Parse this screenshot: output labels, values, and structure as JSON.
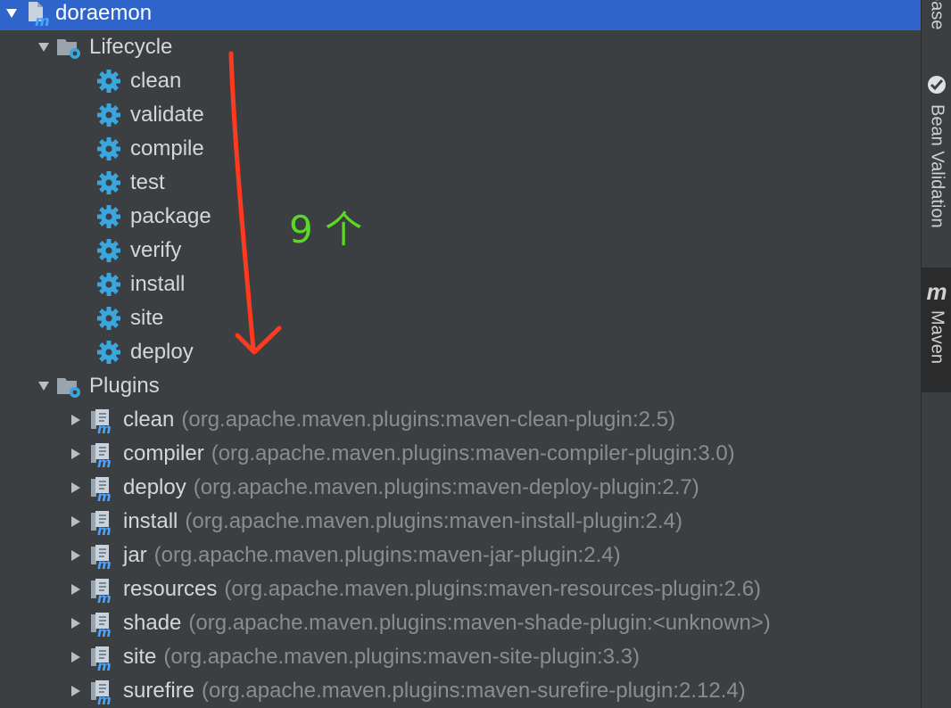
{
  "project": {
    "name": "doraemon"
  },
  "lifecycle": {
    "label": "Lifecycle",
    "phases": [
      "clean",
      "validate",
      "compile",
      "test",
      "package",
      "verify",
      "install",
      "site",
      "deploy"
    ]
  },
  "plugins": {
    "label": "Plugins",
    "items": [
      {
        "name": "clean",
        "coords": "(org.apache.maven.plugins:maven-clean-plugin:2.5)"
      },
      {
        "name": "compiler",
        "coords": "(org.apache.maven.plugins:maven-compiler-plugin:3.0)"
      },
      {
        "name": "deploy",
        "coords": "(org.apache.maven.plugins:maven-deploy-plugin:2.7)"
      },
      {
        "name": "install",
        "coords": "(org.apache.maven.plugins:maven-install-plugin:2.4)"
      },
      {
        "name": "jar",
        "coords": "(org.apache.maven.plugins:maven-jar-plugin:2.4)"
      },
      {
        "name": "resources",
        "coords": "(org.apache.maven.plugins:maven-resources-plugin:2.6)"
      },
      {
        "name": "shade",
        "coords": "(org.apache.maven.plugins:maven-shade-plugin:<unknown>)"
      },
      {
        "name": "site",
        "coords": "(org.apache.maven.plugins:maven-site-plugin:3.3)"
      },
      {
        "name": "surefire",
        "coords": "(org.apache.maven.plugins:maven-surefire-plugin:2.12.4)"
      }
    ]
  },
  "side_tabs": {
    "database": "base",
    "bean_validation": "Bean Validation",
    "maven_logo": "m",
    "maven": "Maven"
  },
  "annotation": {
    "text": "9 个"
  },
  "colors": {
    "background": "#3c3f41",
    "selection": "#2f65ca",
    "gear": "#3aa6dd",
    "annotation_arrow": "#ff3a1e",
    "annotation_text": "#5ad823"
  }
}
